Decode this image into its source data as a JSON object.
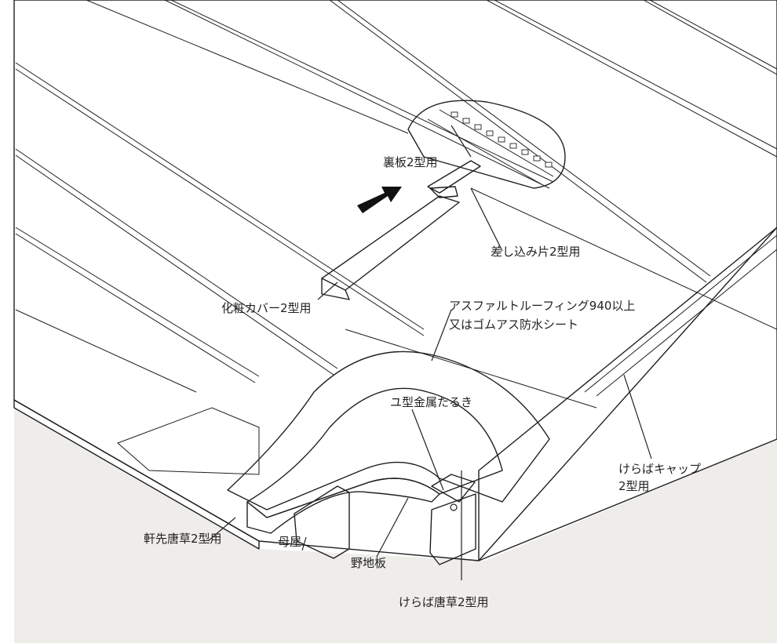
{
  "labels": {
    "backing": "裏板2型用",
    "insert": "差し込み片2型用",
    "cover": "化粧カバー2型用",
    "roofing_line1": "アスファルトルーフィング940以上",
    "roofing_line2": "又はゴムアス防水シート",
    "furring": "ユ型金属たるき",
    "gable_cap_line1": "けらばキャップ",
    "gable_cap_line2": "2型用",
    "eave": "軒先唐草2型用",
    "purlin": "母屋",
    "sheathing": "野地板",
    "gable_flashing": "けらば唐草2型用"
  },
  "colors": {
    "panel": "#d6eddb",
    "panel_side": "#bfdcc6",
    "concrete": "#b7b7b7",
    "insulation": "#f2c4a4",
    "steel_purlin": "#f0b8c0",
    "ground": "#efedea"
  }
}
